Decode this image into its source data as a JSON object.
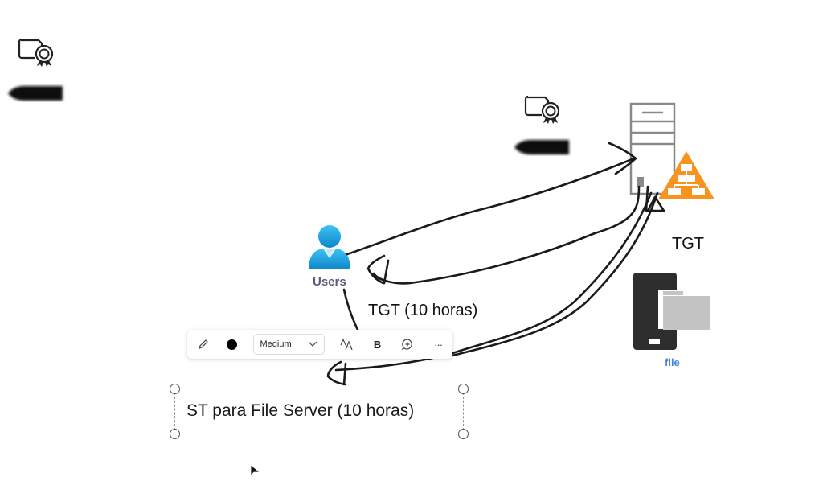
{
  "diagram": {
    "nodes": {
      "users": {
        "label": "Users",
        "icon": "user-icon",
        "color": "#1aa3e0"
      },
      "file_server": {
        "label": "file",
        "icon": "file-server-icon",
        "label_color": "#4a86d8"
      },
      "domain_controller": {
        "icon": "server-tower-icon",
        "badge_icon": "hierarchy-warning-icon",
        "badge_color": "#f7931e"
      },
      "left_certificate": {
        "icon": "certificate-icon"
      },
      "left_token": {
        "icon": "usb-token-icon"
      },
      "right_certificate": {
        "icon": "certificate-icon"
      },
      "right_token": {
        "icon": "usb-token-icon"
      }
    },
    "labels": {
      "tgt_right": "TGT",
      "tgt_ten_hours": "TGT (10 horas)"
    },
    "annotations": {
      "selected_text_box": "ST para File Server (10 horas)"
    },
    "ink_color": "#1a1a1a"
  },
  "ink_toolbar": {
    "pen_icon": "pencil-icon",
    "color_icon": "color-dot-icon",
    "thickness_value": "Medium",
    "font_size_icon": "text-size-icon",
    "bold_label": "B",
    "comment_icon": "add-comment-icon",
    "more_label": "···"
  }
}
